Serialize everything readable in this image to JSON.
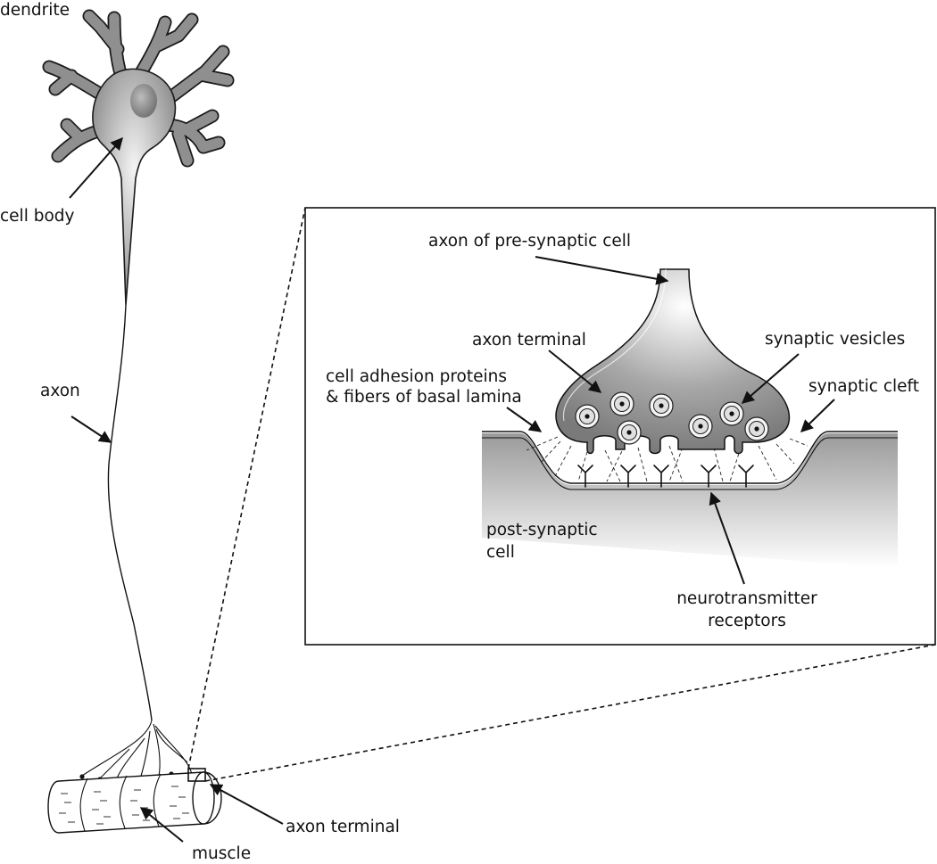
{
  "labels": {
    "dendrite": "dendrite",
    "cell_body": "cell body",
    "axon": "axon",
    "axon_terminal_bottom": "axon terminal",
    "muscle": "muscle",
    "axon_presynaptic": "axon of pre-synaptic cell",
    "axon_terminal_inset": "axon terminal",
    "synaptic_vesicles": "synaptic vesicles",
    "adhesion_line1": "cell adhesion proteins",
    "adhesion_line2": "& fibers of basal lamina",
    "synaptic_cleft": "synaptic cleft",
    "postsynaptic_line1": "post-synaptic",
    "postsynaptic_line2": "cell",
    "receptors_line1": "neurotransmitter",
    "receptors_line2": "receptors"
  }
}
